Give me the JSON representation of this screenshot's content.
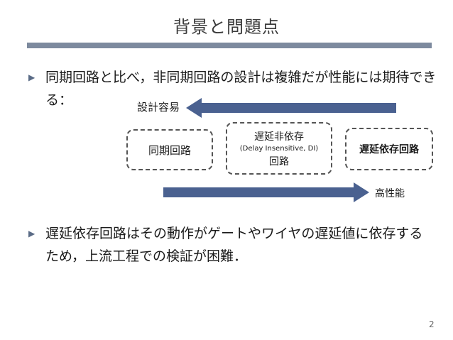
{
  "slide": {
    "title": "背景と問題点",
    "page_number": "2",
    "bullets": [
      "同期回路と比べ，非同期回路の設計は複雑だが性能には期待できる：",
      "遅延依存回路はその動作がゲートやワイヤの遅延値に依存するため，上流工程での検証が困難．"
    ]
  },
  "diagram": {
    "easy_label": "設計容易",
    "perf_label": "高性能",
    "boxes": {
      "sync": "同期回路",
      "di_line1": "遅延非依存",
      "di_line2": "(Delay Insensitive, DI)",
      "di_line3": "回路",
      "dd": "遅延依存回路"
    }
  },
  "colors": {
    "arrow": "#4a6190",
    "title_rule": "#7d8a9e",
    "bullet_marker": "#5a6b86"
  }
}
